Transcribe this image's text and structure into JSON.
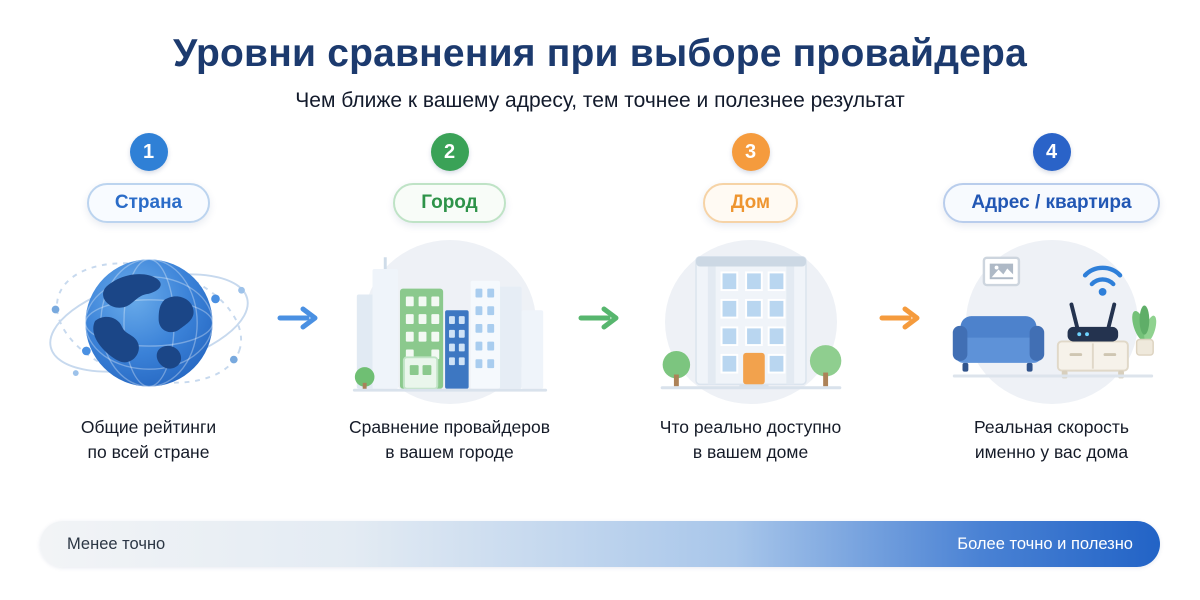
{
  "header": {
    "title": "Уровни сравнения при выборе провайдера",
    "subtitle": "Чем ближе к вашему адресу, тем точнее и полезнее результат"
  },
  "steps": [
    {
      "number": "1",
      "label": "Страна",
      "caption_line1": "Общие рейтинги",
      "caption_line2": "по всей стране",
      "accent": "#2f80d6",
      "illustration": "globe-with-orbits"
    },
    {
      "number": "2",
      "label": "Город",
      "caption_line1": "Сравнение провайдеров",
      "caption_line2": "в вашем городе",
      "accent": "#3aa257",
      "illustration": "city-skyline"
    },
    {
      "number": "3",
      "label": "Дом",
      "caption_line1": "Что реально доступно",
      "caption_line2": "в вашем доме",
      "accent": "#f59b3d",
      "illustration": "apartment-building"
    },
    {
      "number": "4",
      "label": "Адрес / квартира",
      "caption_line1": "Реальная скорость",
      "caption_line2": "именно у вас дома",
      "accent": "#2a63c8",
      "illustration": "home-interior-with-router"
    }
  ],
  "arrows": [
    {
      "icon": "arrow-right-icon",
      "color": "#4a90e2"
    },
    {
      "icon": "arrow-right-icon",
      "color": "#57b66e"
    },
    {
      "icon": "arrow-right-icon",
      "color": "#f59b3d"
    }
  ],
  "scale_bar": {
    "left_label": "Менее точно",
    "right_label": "Более точно и полезно",
    "gradient_start": "#f2f4f6",
    "gradient_end": "#2263c6"
  }
}
